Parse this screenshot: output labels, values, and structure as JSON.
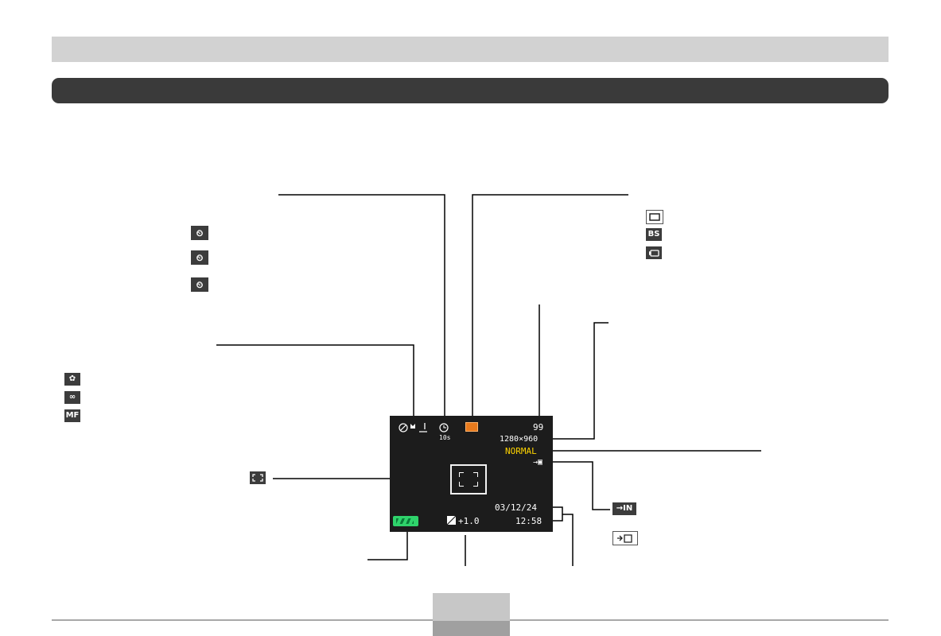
{
  "osd": {
    "shots_remaining": "99",
    "image_size": "1280×960",
    "quality": "NORMAL",
    "self_timer_label": "10s",
    "exposure_comp": "+1.0",
    "date": "03/12/24",
    "time": "12:58"
  },
  "icons": {
    "timer_options": [
      "self-timer-icon",
      "self-timer-icon",
      "self-timer-icon"
    ],
    "focus_modes": [
      "macro-icon",
      "infinity-icon",
      "manual-focus-icon"
    ],
    "manual_focus_label": "MF",
    "record_modes": [
      "single-shot-icon",
      "best-shot-icon",
      "movie-icon"
    ],
    "best_shot_label": "BS",
    "storage_internal_label": "IN",
    "storage_card_label": "card-icon"
  },
  "colors": {
    "header_bar": "#d2d2d2",
    "section_bar": "#3a3a3a",
    "screen_bg": "#1c1c1c",
    "quality_text": "#ffd400",
    "battery": "#2fd36b",
    "shot_mode_indicator": "#e87a1c"
  }
}
